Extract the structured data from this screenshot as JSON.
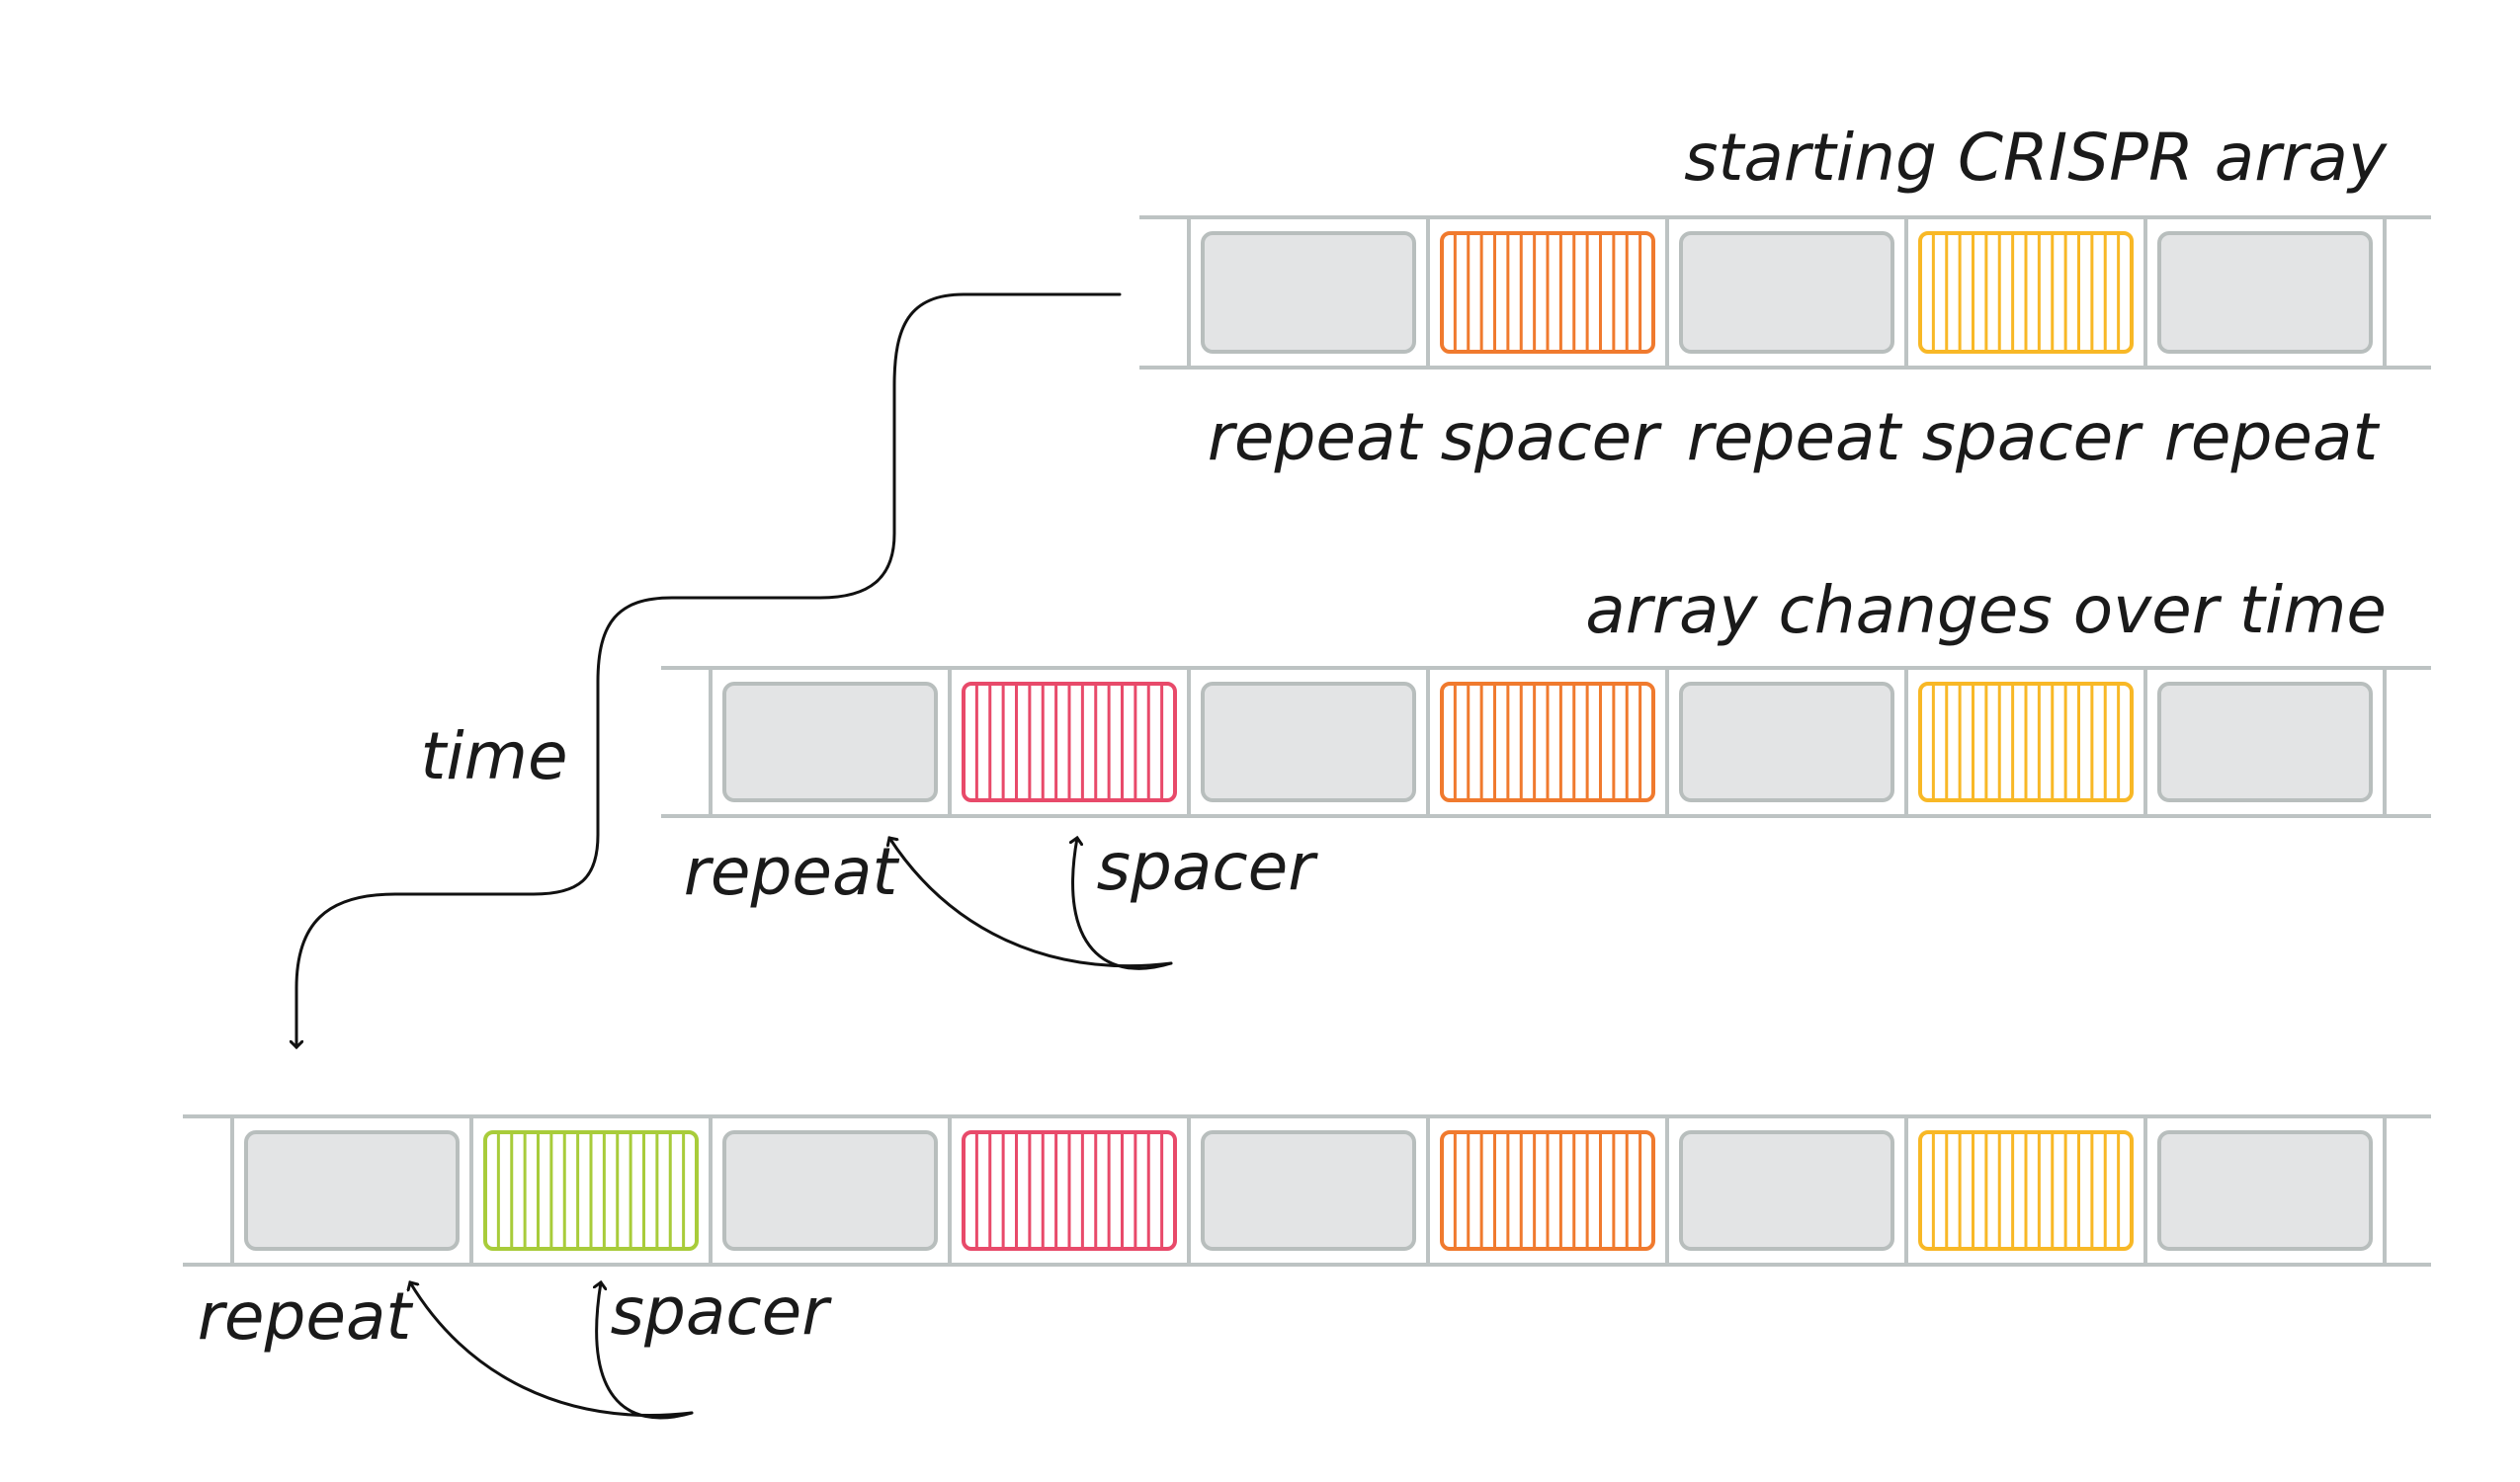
{
  "labels": {
    "starting_title": "starting CRISPR array",
    "changes_title": "array changes over time",
    "time": "time",
    "repeat": "repeat",
    "spacer": "spacer"
  },
  "colors": {
    "repeat": "#e3e4e5",
    "spacer_green": "#a8cc3a",
    "spacer_red": "#e84a6a",
    "spacer_orange": "#f07a2e",
    "spacer_yellow": "#f8b826"
  },
  "arrays": [
    {
      "name": "starting-array",
      "segments": [
        "repeat",
        "spacer_orange",
        "repeat",
        "spacer_yellow",
        "repeat"
      ]
    },
    {
      "name": "intermediate-array",
      "segments": [
        "repeat",
        "spacer_red",
        "repeat",
        "spacer_orange",
        "repeat",
        "spacer_yellow",
        "repeat"
      ]
    },
    {
      "name": "final-array",
      "segments": [
        "repeat",
        "spacer_green",
        "repeat",
        "spacer_red",
        "repeat",
        "spacer_orange",
        "repeat",
        "spacer_yellow",
        "repeat"
      ]
    }
  ]
}
